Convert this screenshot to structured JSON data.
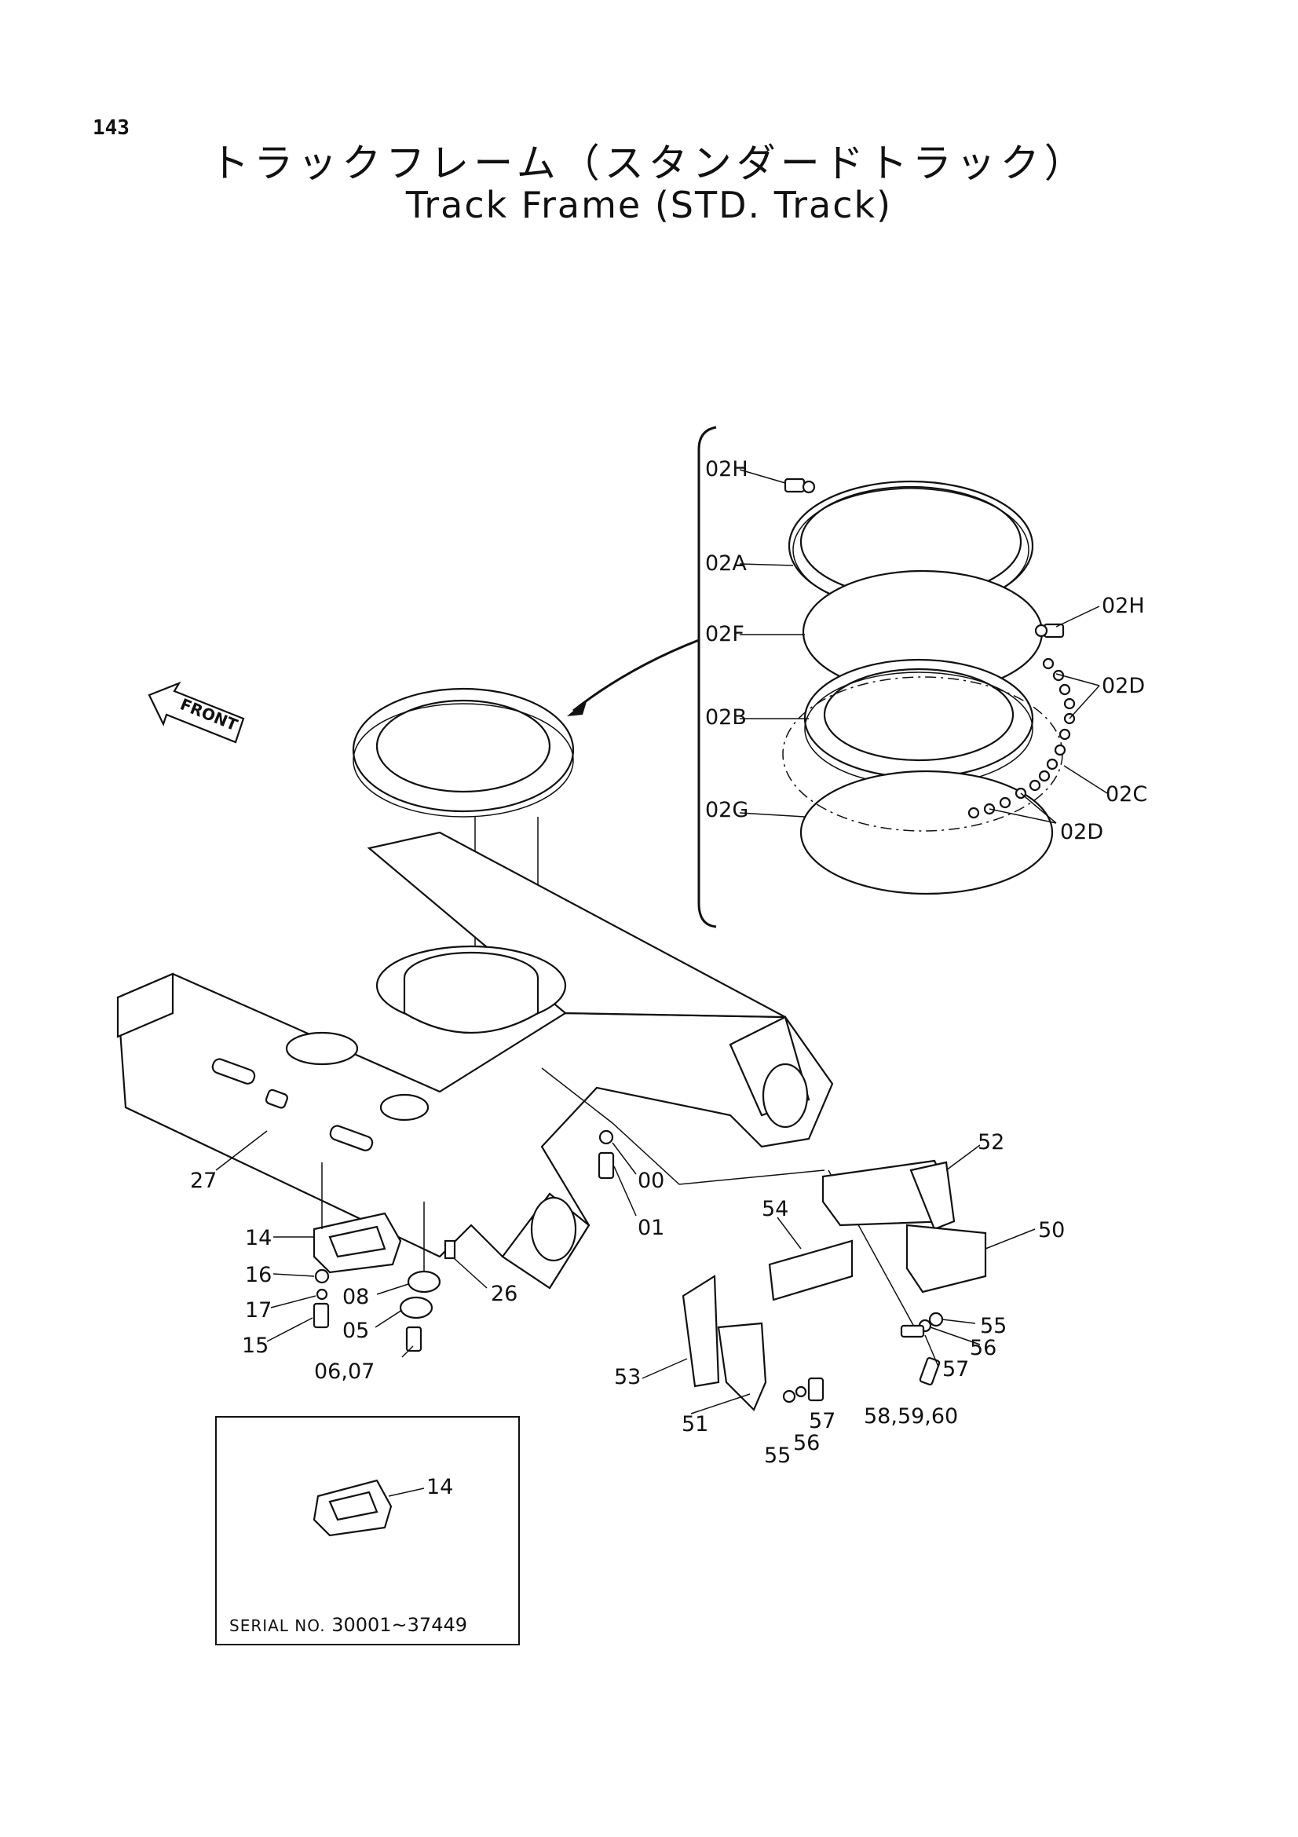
{
  "page": {
    "number": "143",
    "title_jp": "トラックフレーム（スタンダードトラック）",
    "title_en": "Track Frame (STD. Track)"
  },
  "front_label": "FRONT",
  "callouts": {
    "c02H_a": "02H",
    "c02A": "02A",
    "c02F": "02F",
    "c02B": "02B",
    "c02G": "02G",
    "c02H_b": "02H",
    "c02D_a": "02D",
    "c02C": "02C",
    "c02D_b": "02D",
    "c27": "27",
    "c14": "14",
    "c16": "16",
    "c17": "17",
    "c15": "15",
    "c08": "08",
    "c05": "05",
    "c0607": "06,07",
    "c26": "26",
    "c00": "00",
    "c01": "01",
    "c52": "52",
    "c54": "54",
    "c50": "50",
    "c53": "53",
    "c51": "51",
    "c55_a": "55",
    "c56_a": "56",
    "c57_a": "57",
    "c55_b": "55",
    "c56_b": "56",
    "c57_b": "57",
    "c585960": "58,59,60",
    "c14_inset": "14"
  },
  "inset": {
    "serial_prefix": "SERIAL NO.",
    "serial_range": "30001~37449"
  }
}
